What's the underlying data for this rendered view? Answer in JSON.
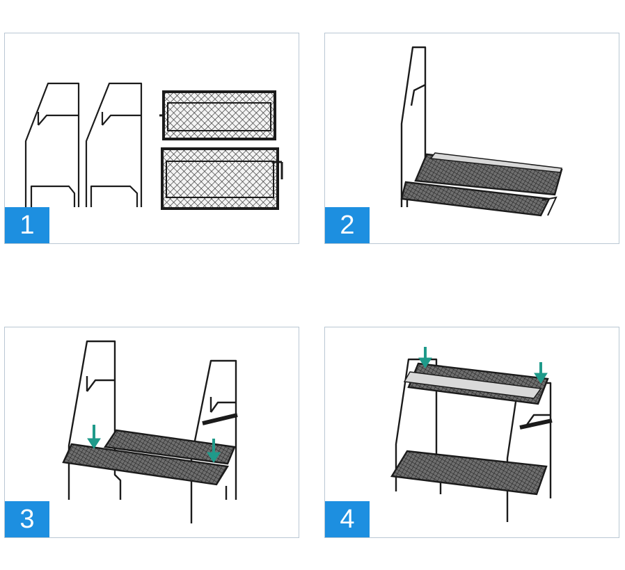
{
  "colors": {
    "badge": "#1d8fe0",
    "frame": "#1b1b1b",
    "arrow": "#1f9a8a",
    "border": "#b9c7d3"
  },
  "steps": [
    {
      "number": "1"
    },
    {
      "number": "2"
    },
    {
      "number": "3"
    },
    {
      "number": "4"
    }
  ]
}
